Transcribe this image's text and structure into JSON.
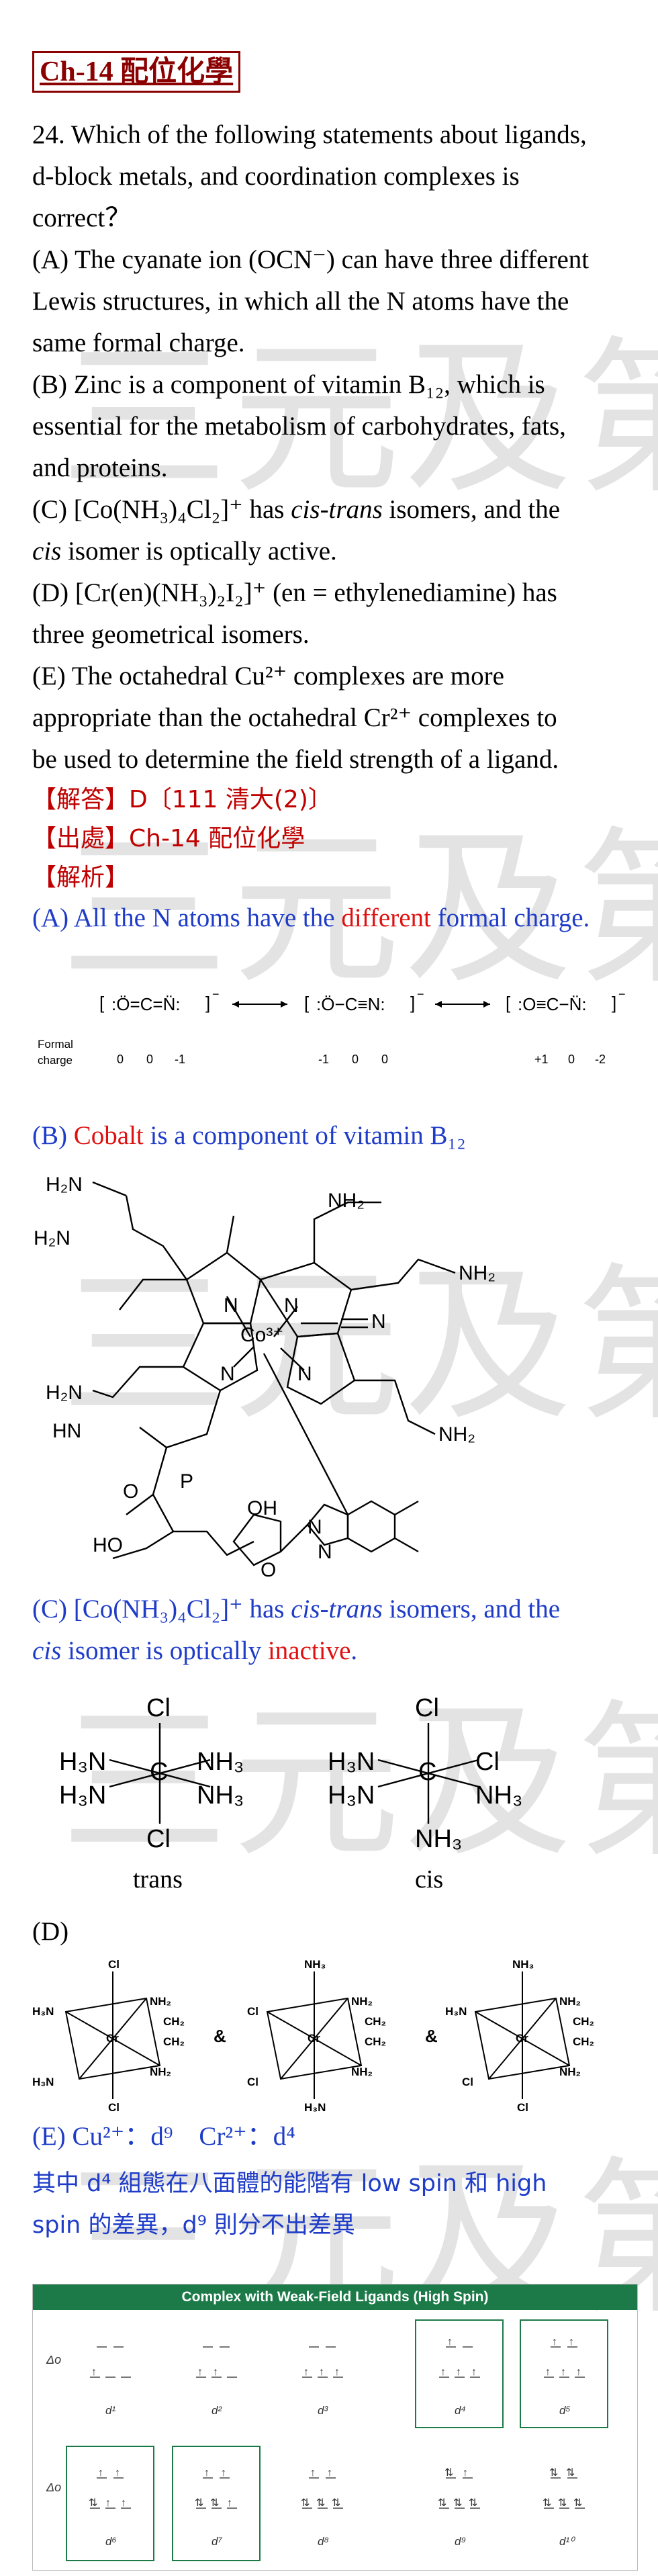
{
  "chapter_title": "Ch-14 配位化學",
  "question": {
    "stem_line1": "24. Which of the following statements about ligands,",
    "stem_line2": "d-block metals, and coordination complexes is",
    "stem_line3": "correct？",
    "a_line1": "(A) The cyanate ion (OCN⁻) can have three different",
    "a_line2": "Lewis structures, in which all the N atoms have the",
    "a_line3": "same formal charge.",
    "b_line1": "(B) Zinc is a component of vitamin B₁₂, which is",
    "b_line2": "essential for the metabolism of carbohydrates, fats,",
    "b_line3": "and proteins.",
    "c_line1_pre": "(C) [Co(NH₃)₄Cl₂]⁺ has ",
    "c_line1_em": "cis-trans",
    "c_line1_post": " isomers, and the",
    "c_line2_em": "cis",
    "c_line2_post": " isomer is optically active.",
    "d_line1": "(D) [Cr(en)(NH₃)₂I₂]⁺ (en = ethylenediamine) has",
    "d_line2": "three geometrical isomers.",
    "e_line1": "(E) The octahedral Cu²⁺ complexes are more",
    "e_line2": "appropriate than the octahedral Cr²⁺  complexes to",
    "e_line3": "be used to determine the field strength of a ligand."
  },
  "answer_line": "【解答】D〔111 清大(2)〕",
  "source_line": "【出處】Ch-14 配位化學",
  "analysis_label": "【解析】",
  "analysis": {
    "a_pre": "(A) All the N atoms have the ",
    "a_red": "different",
    "a_post": " formal charge.",
    "formal_label_1": "Formal",
    "formal_label_2": "charge",
    "fc1": [
      "0",
      "0",
      "-1"
    ],
    "fc2": [
      "-1",
      "0",
      "0"
    ],
    "fc3": [
      "+1",
      "0",
      "-2"
    ],
    "b_pre": "(B) ",
    "b_red": "Cobalt",
    "b_post": " is a component of vitamin B₁₂",
    "c_line1_pre": "(C) [Co(NH₃)₄Cl₂]⁺ has ",
    "c_line1_em": "cis-trans",
    "c_line1_post": " isomers, and the",
    "c_line2_em": "cis",
    "c_line2_mid": " isomer is optically ",
    "c_line2_red": "inactive",
    "c_line2_end": ".",
    "trans_label": "trans",
    "cis_label": "cis",
    "d_label": "(D)",
    "amp": "&",
    "e_line": "(E) Cu²⁺：d⁹　Cr²⁺：d⁴",
    "note_line1": "其中 d⁴ 組態在八面體的能階有 low spin 和 high",
    "note_line2": "spin 的差異，d⁹ 則分不出差異"
  },
  "spin_table": {
    "title": "Complex with Weak-Field Ligands (High Spin)",
    "delta": "Δo",
    "row1": [
      "d¹",
      "d²",
      "d³",
      "d⁴",
      "d⁵"
    ],
    "row2": [
      "d⁶",
      "d⁷",
      "d⁸",
      "d⁹",
      "d¹⁰"
    ]
  },
  "watermark": "三元及第"
}
